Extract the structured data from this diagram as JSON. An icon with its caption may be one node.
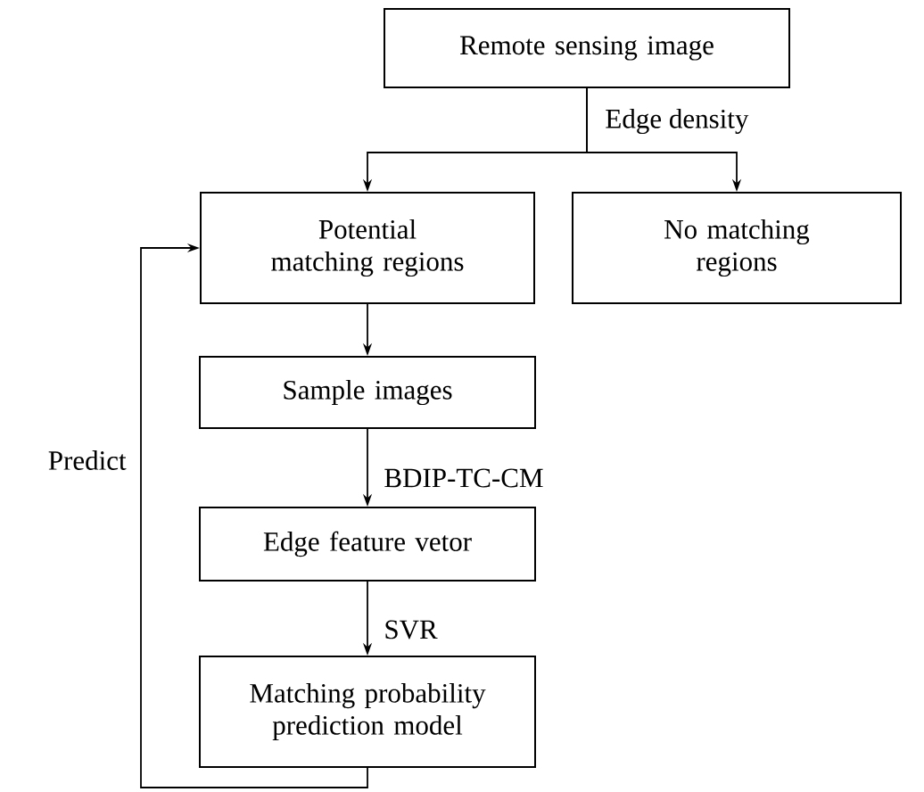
{
  "diagram": {
    "nodes": [
      {
        "text": [
          "Remote sensing image"
        ]
      },
      {
        "text": [
          "Potential matching regions"
        ]
      },
      {
        "text": [
          "No matching regions"
        ]
      },
      {
        "text": [
          "Sample images"
        ]
      },
      {
        "text": [
          "Edge feature vetor"
        ]
      },
      {
        "text": [
          "Matching probability prediction model"
        ]
      }
    ],
    "edges": [
      {
        "from": 0,
        "to": 1,
        "arrow": "to",
        "label": "Edge density"
      },
      {
        "from": 0,
        "to": 2,
        "arrow": "to"
      },
      {
        "from": 1,
        "to": 3,
        "arrow": "to"
      },
      {
        "from": 3,
        "to": 4,
        "arrow": "to",
        "label": "BDIP-TC-CM"
      },
      {
        "from": 4,
        "to": 5,
        "arrow": "to",
        "label": "SVR"
      },
      {
        "from": 5,
        "to": 1,
        "arrow": "to",
        "label": "Predict"
      }
    ]
  }
}
